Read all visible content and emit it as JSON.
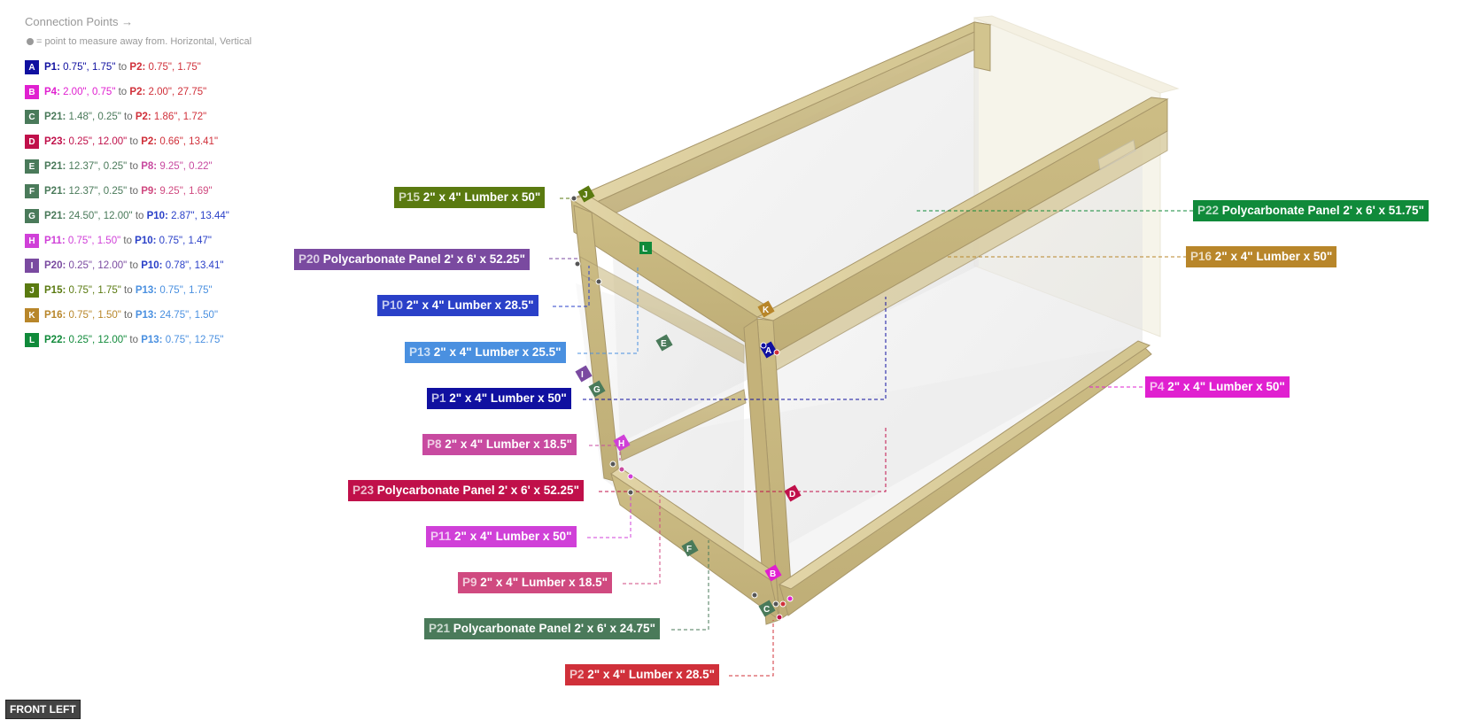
{
  "connection_points": {
    "title": "Connection Points →",
    "legend_note": "= point to measure away from. Horizontal, Vertical",
    "rows": [
      {
        "letter": "A",
        "color": "#1010a0",
        "from_id": "P1:",
        "from_val": "0.75\", 1.75\"",
        "from_color": "#1010a0",
        "to": "to",
        "to_id": "P2:",
        "to_val": "0.75\", 1.75\"",
        "to_color": "#d0303a"
      },
      {
        "letter": "B",
        "color": "#e020d0",
        "from_id": "P4:",
        "from_val": "2.00\", 0.75\"",
        "from_color": "#e020d0",
        "to": "to",
        "to_id": "P2:",
        "to_val": "2.00\", 27.75\"",
        "to_color": "#d0303a"
      },
      {
        "letter": "C",
        "color": "#4a7a5a",
        "from_id": "P21:",
        "from_val": "1.48\", 0.25\"",
        "from_color": "#4a7a5a",
        "to": "to",
        "to_id": "P2:",
        "to_val": "1.86\", 1.72\"",
        "to_color": "#d0303a"
      },
      {
        "letter": "D",
        "color": "#c0104a",
        "from_id": "P23:",
        "from_val": "0.25\", 12.00\"",
        "from_color": "#c0104a",
        "to": "to",
        "to_id": "P2:",
        "to_val": "0.66\", 13.41\"",
        "to_color": "#d0303a"
      },
      {
        "letter": "E",
        "color": "#4a7a5a",
        "from_id": "P21:",
        "from_val": "12.37\", 0.25\"",
        "from_color": "#4a7a5a",
        "to": "to",
        "to_id": "P8:",
        "to_val": "9.25\", 0.22\"",
        "to_color": "#c84aa0"
      },
      {
        "letter": "F",
        "color": "#4a7a5a",
        "from_id": "P21:",
        "from_val": "12.37\", 0.25\"",
        "from_color": "#4a7a5a",
        "to": "to",
        "to_id": "P9:",
        "to_val": "9.25\", 1.69\"",
        "to_color": "#d04a80"
      },
      {
        "letter": "G",
        "color": "#4a7a5a",
        "from_id": "P21:",
        "from_val": "24.50\", 12.00\"",
        "from_color": "#4a7a5a",
        "to": "to",
        "to_id": "P10:",
        "to_val": "2.87\", 13.44\"",
        "to_color": "#2a40c8"
      },
      {
        "letter": "H",
        "color": "#d040d8",
        "from_id": "P11:",
        "from_val": "0.75\", 1.50\"",
        "from_color": "#d040d8",
        "to": "to",
        "to_id": "P10:",
        "to_val": "0.75\", 1.47\"",
        "to_color": "#2a40c8"
      },
      {
        "letter": "I",
        "color": "#7a4aa0",
        "from_id": "P20:",
        "from_val": "0.25\", 12.00\"",
        "from_color": "#7a4aa0",
        "to": "to",
        "to_id": "P10:",
        "to_val": "0.78\", 13.41\"",
        "to_color": "#2a40c8"
      },
      {
        "letter": "J",
        "color": "#5a7a10",
        "from_id": "P15:",
        "from_val": "0.75\", 1.75\"",
        "from_color": "#5a7a10",
        "to": "to",
        "to_id": "P13:",
        "to_val": "0.75\", 1.75\"",
        "to_color": "#4a90e0"
      },
      {
        "letter": "K",
        "color": "#b8862a",
        "from_id": "P16:",
        "from_val": "0.75\", 1.50\"",
        "from_color": "#b8862a",
        "to": "to",
        "to_id": "P13:",
        "to_val": "24.75\", 1.50\"",
        "to_color": "#4a90e0"
      },
      {
        "letter": "L",
        "color": "#108a3a",
        "from_id": "P22:",
        "from_val": "0.25\", 12.00\"",
        "from_color": "#108a3a",
        "to": "to",
        "to_id": "P13:",
        "to_val": "0.75\", 12.75\"",
        "to_color": "#4a90e0"
      }
    ]
  },
  "part_labels": {
    "p15": {
      "id": "P15",
      "desc": "2\" x 4\" Lumber  x 50\"",
      "color": "#5a7a10"
    },
    "p20": {
      "id": "P20",
      "desc": "Polycarbonate Panel 2' x 6'  x 52.25\"",
      "color": "#7a4aa0"
    },
    "p10": {
      "id": "P10",
      "desc": "2\" x 4\" Lumber  x 28.5\"",
      "color": "#2a40c8"
    },
    "p13": {
      "id": "P13",
      "desc": "2\" x 4\" Lumber  x 25.5\"",
      "color": "#4a90e0"
    },
    "p1": {
      "id": "P1",
      "desc": "2\" x 4\" Lumber  x 50\"",
      "color": "#1010a0"
    },
    "p8": {
      "id": "P8",
      "desc": "2\" x 4\" Lumber  x 18.5\"",
      "color": "#c84aa0"
    },
    "p23": {
      "id": "P23",
      "desc": "Polycarbonate Panel 2' x 6'  x 52.25\"",
      "color": "#c0104a"
    },
    "p11": {
      "id": "P11",
      "desc": "2\" x 4\" Lumber  x 50\"",
      "color": "#d040d8"
    },
    "p9": {
      "id": "P9",
      "desc": "2\" x 4\" Lumber  x 18.5\"",
      "color": "#d04a80"
    },
    "p21": {
      "id": "P21",
      "desc": "Polycarbonate Panel 2' x 6'  x 24.75\"",
      "color": "#4a7a5a"
    },
    "p2": {
      "id": "P2",
      "desc": "2\" x 4\" Lumber  x 28.5\"",
      "color": "#d0303a"
    },
    "p22": {
      "id": "P22",
      "desc": "Polycarbonate Panel 2' x 6'  x 51.75\"",
      "color": "#108a3a"
    },
    "p16": {
      "id": "P16",
      "desc": "2\" x 4\" Lumber  x 50\"",
      "color": "#b8862a"
    },
    "p4": {
      "id": "P4",
      "desc": "2\" x 4\" Lumber  x 50\"",
      "color": "#e020d0"
    }
  },
  "view_label": "FRONT LEFT",
  "colors": {
    "wood": "#d6c89a",
    "wood_edge": "#a8976a",
    "panel": "#e8e8e8"
  }
}
